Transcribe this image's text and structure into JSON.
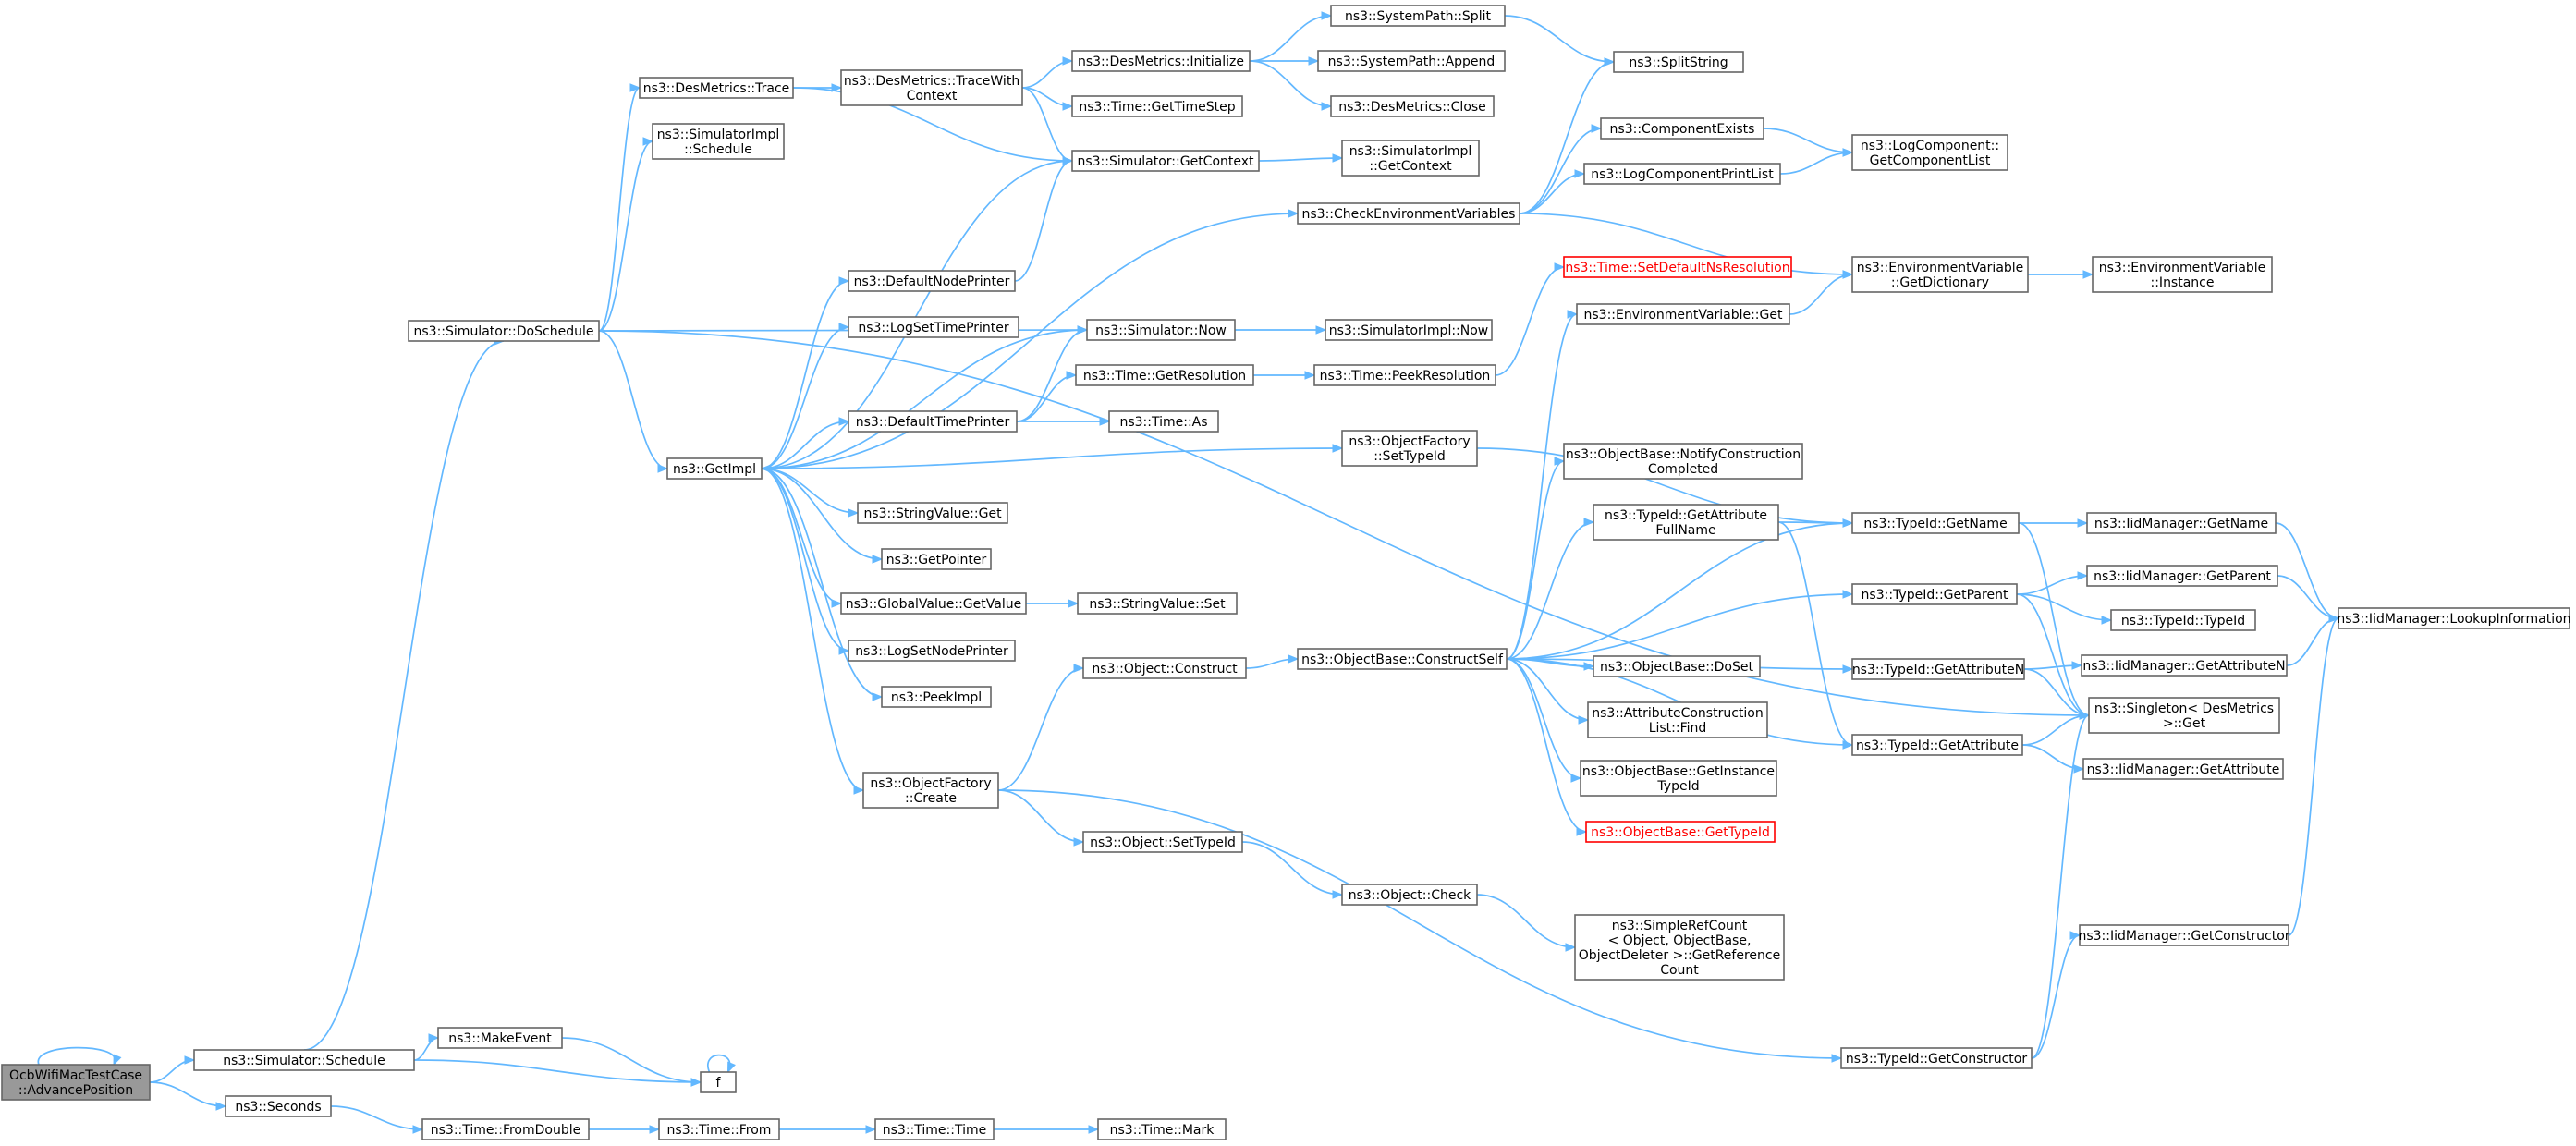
{
  "diagram": {
    "type": "call-graph",
    "colors": {
      "edge": "#63b8ff",
      "border": "#666666",
      "root_fill": "#999999",
      "warning": "#ff0000"
    },
    "nodes": [
      {
        "id": "n_adv",
        "lines": [
          "OcbWifiMacTestCase",
          "::AdvancePosition"
        ],
        "root": true
      },
      {
        "id": "n_sched",
        "lines": [
          "ns3::Simulator::Schedule"
        ]
      },
      {
        "id": "n_secs",
        "lines": [
          "ns3::Seconds"
        ]
      },
      {
        "id": "n_doSched",
        "lines": [
          "ns3::Simulator::DoSchedule"
        ]
      },
      {
        "id": "n_makeEv",
        "lines": [
          "ns3::MakeEvent"
        ]
      },
      {
        "id": "n_f",
        "lines": [
          "f"
        ]
      },
      {
        "id": "n_fromDouble",
        "lines": [
          "ns3::Time::FromDouble"
        ]
      },
      {
        "id": "n_from",
        "lines": [
          "ns3::Time::From"
        ]
      },
      {
        "id": "n_time",
        "lines": [
          "ns3::Time::Time"
        ]
      },
      {
        "id": "n_mark",
        "lines": [
          "ns3::Time::Mark"
        ]
      },
      {
        "id": "n_trace",
        "lines": [
          "ns3::DesMetrics::Trace"
        ]
      },
      {
        "id": "n_simSched",
        "lines": [
          "ns3::SimulatorImpl",
          "::Schedule"
        ]
      },
      {
        "id": "n_getImpl",
        "lines": [
          "ns3::GetImpl"
        ]
      },
      {
        "id": "n_traceCtx",
        "lines": [
          "ns3::DesMetrics::TraceWith",
          "Context"
        ]
      },
      {
        "id": "n_init",
        "lines": [
          "ns3::DesMetrics::Initialize"
        ]
      },
      {
        "id": "n_getTimeStep",
        "lines": [
          "ns3::Time::GetTimeStep"
        ]
      },
      {
        "id": "n_getContext",
        "lines": [
          "ns3::Simulator::GetContext"
        ]
      },
      {
        "id": "n_split",
        "lines": [
          "ns3::SystemPath::Split"
        ]
      },
      {
        "id": "n_append",
        "lines": [
          "ns3::SystemPath::Append"
        ]
      },
      {
        "id": "n_close",
        "lines": [
          "ns3::DesMetrics::Close"
        ]
      },
      {
        "id": "n_simImplGetCtx",
        "lines": [
          "ns3::SimulatorImpl",
          "::GetContext"
        ]
      },
      {
        "id": "n_splitString",
        "lines": [
          "ns3::SplitString"
        ]
      },
      {
        "id": "n_compExists",
        "lines": [
          "ns3::ComponentExists"
        ]
      },
      {
        "id": "n_logCompPrint",
        "lines": [
          "ns3::LogComponentPrintList"
        ]
      },
      {
        "id": "n_getCompList",
        "lines": [
          "ns3::LogComponent::",
          "GetComponentList"
        ]
      },
      {
        "id": "n_checkEnv",
        "lines": [
          "ns3::CheckEnvironmentVariables"
        ]
      },
      {
        "id": "n_envGetDict",
        "lines": [
          "ns3::EnvironmentVariable",
          "::GetDictionary"
        ]
      },
      {
        "id": "n_envInstance",
        "lines": [
          "ns3::EnvironmentVariable",
          "::Instance"
        ]
      },
      {
        "id": "n_defNodePrinter",
        "lines": [
          "ns3::DefaultNodePrinter"
        ]
      },
      {
        "id": "n_logSetTimePrinter",
        "lines": [
          "ns3::LogSetTimePrinter"
        ]
      },
      {
        "id": "n_simNow",
        "lines": [
          "ns3::Simulator::Now"
        ]
      },
      {
        "id": "n_simImplNow",
        "lines": [
          "ns3::SimulatorImpl::Now"
        ]
      },
      {
        "id": "n_setDefNs",
        "lines": [
          "ns3::Time::SetDefaultNsResolution"
        ],
        "red": true
      },
      {
        "id": "n_envGet",
        "lines": [
          "ns3::EnvironmentVariable::Get"
        ]
      },
      {
        "id": "n_defTimePrinter",
        "lines": [
          "ns3::DefaultTimePrinter"
        ]
      },
      {
        "id": "n_getRes",
        "lines": [
          "ns3::Time::GetResolution"
        ]
      },
      {
        "id": "n_peekRes",
        "lines": [
          "ns3::Time::PeekResolution"
        ]
      },
      {
        "id": "n_timeAs",
        "lines": [
          "ns3::Time::As"
        ]
      },
      {
        "id": "n_ofSetTypeId",
        "lines": [
          "ns3::ObjectFactory",
          "::SetTypeId"
        ]
      },
      {
        "id": "n_strGet",
        "lines": [
          "ns3::StringValue::Get"
        ]
      },
      {
        "id": "n_getPointer",
        "lines": [
          "ns3::GetPointer"
        ]
      },
      {
        "id": "n_gvGetValue",
        "lines": [
          "ns3::GlobalValue::GetValue"
        ]
      },
      {
        "id": "n_strSet",
        "lines": [
          "ns3::StringValue::Set"
        ]
      },
      {
        "id": "n_logSetNodePrinter",
        "lines": [
          "ns3::LogSetNodePrinter"
        ]
      },
      {
        "id": "n_peekImpl",
        "lines": [
          "ns3::PeekImpl"
        ]
      },
      {
        "id": "n_ofCreate",
        "lines": [
          "ns3::ObjectFactory",
          "::Create"
        ]
      },
      {
        "id": "n_objConstruct",
        "lines": [
          "ns3::Object::Construct"
        ]
      },
      {
        "id": "n_obConstructSelf",
        "lines": [
          "ns3::ObjectBase::ConstructSelf"
        ]
      },
      {
        "id": "n_objSetTypeId",
        "lines": [
          "ns3::Object::SetTypeId"
        ]
      },
      {
        "id": "n_objCheck",
        "lines": [
          "ns3::Object::Check"
        ]
      },
      {
        "id": "n_simpleRef",
        "lines": [
          "ns3::SimpleRefCount",
          "< Object, ObjectBase,",
          " ObjectDeleter >::GetReference",
          "Count"
        ]
      },
      {
        "id": "n_notifyConstr",
        "lines": [
          "ns3::ObjectBase::NotifyConstruction",
          "Completed"
        ]
      },
      {
        "id": "n_tidGetAttrFull",
        "lines": [
          "ns3::TypeId::GetAttribute",
          "FullName"
        ]
      },
      {
        "id": "n_obDoSet",
        "lines": [
          "ns3::ObjectBase::DoSet"
        ]
      },
      {
        "id": "n_attrConstrFind",
        "lines": [
          "ns3::AttributeConstruction",
          "List::Find"
        ]
      },
      {
        "id": "n_obGetInstTid",
        "lines": [
          "ns3::ObjectBase::GetInstance",
          "TypeId"
        ]
      },
      {
        "id": "n_obGetTypeId",
        "lines": [
          "ns3::ObjectBase::GetTypeId"
        ],
        "red": true
      },
      {
        "id": "n_tidGetName",
        "lines": [
          "ns3::TypeId::GetName"
        ]
      },
      {
        "id": "n_tidGetParent",
        "lines": [
          "ns3::TypeId::GetParent"
        ]
      },
      {
        "id": "n_tidGetAttrN",
        "lines": [
          "ns3::TypeId::GetAttributeN"
        ]
      },
      {
        "id": "n_tidGetAttr",
        "lines": [
          "ns3::TypeId::GetAttribute"
        ]
      },
      {
        "id": "n_tidGetConstr",
        "lines": [
          "ns3::TypeId::GetConstructor"
        ]
      },
      {
        "id": "n_iidGetName",
        "lines": [
          "ns3::IidManager::GetName"
        ]
      },
      {
        "id": "n_iidGetParent",
        "lines": [
          "ns3::IidManager::GetParent"
        ]
      },
      {
        "id": "n_tidTypeId",
        "lines": [
          "ns3::TypeId::TypeId"
        ]
      },
      {
        "id": "n_iidGetAttrN",
        "lines": [
          "ns3::IidManager::GetAttributeN"
        ]
      },
      {
        "id": "n_singleton",
        "lines": [
          "ns3::Singleton< DesMetrics",
          " >::Get"
        ]
      },
      {
        "id": "n_iidGetAttr",
        "lines": [
          "ns3::IidManager::GetAttribute"
        ]
      },
      {
        "id": "n_iidGetConstr",
        "lines": [
          "ns3::IidManager::GetConstructor"
        ]
      },
      {
        "id": "n_iidLookup",
        "lines": [
          "ns3::IidManager::LookupInformation"
        ]
      }
    ]
  }
}
